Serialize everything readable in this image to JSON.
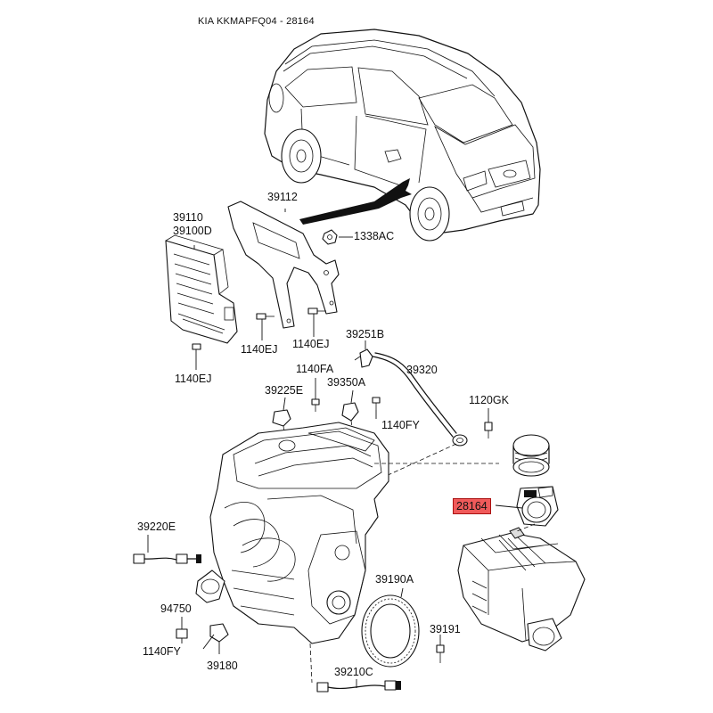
{
  "header": {
    "title": "KIA KKMAPFQ04 - 28164"
  },
  "callouts": [
    {
      "id": "39112",
      "text": "39112"
    },
    {
      "id": "39110",
      "text": "39110"
    },
    {
      "id": "39100D",
      "text": "39100D"
    },
    {
      "id": "1338AC",
      "text": "1338AC"
    },
    {
      "id": "1140EJ_a",
      "text": "1140EJ"
    },
    {
      "id": "1140EJ_b",
      "text": "1140EJ"
    },
    {
      "id": "1140EJ_c",
      "text": "1140EJ"
    },
    {
      "id": "39251B",
      "text": "39251B"
    },
    {
      "id": "1140FA",
      "text": "1140FA"
    },
    {
      "id": "39320",
      "text": "39320"
    },
    {
      "id": "39225E",
      "text": "39225E"
    },
    {
      "id": "39350A",
      "text": "39350A"
    },
    {
      "id": "1120GK",
      "text": "1120GK"
    },
    {
      "id": "1140FY_a",
      "text": "1140FY"
    },
    {
      "id": "28164",
      "text": "28164",
      "highlighted": true
    },
    {
      "id": "39220E",
      "text": "39220E"
    },
    {
      "id": "39190A",
      "text": "39190A"
    },
    {
      "id": "94750",
      "text": "94750"
    },
    {
      "id": "39191",
      "text": "39191"
    },
    {
      "id": "1140FY_b",
      "text": "1140FY"
    },
    {
      "id": "39180",
      "text": "39180"
    },
    {
      "id": "39210C",
      "text": "39210C"
    }
  ],
  "colors": {
    "highlight": "#f05a5a",
    "line": "#111111",
    "background": "#ffffff"
  }
}
